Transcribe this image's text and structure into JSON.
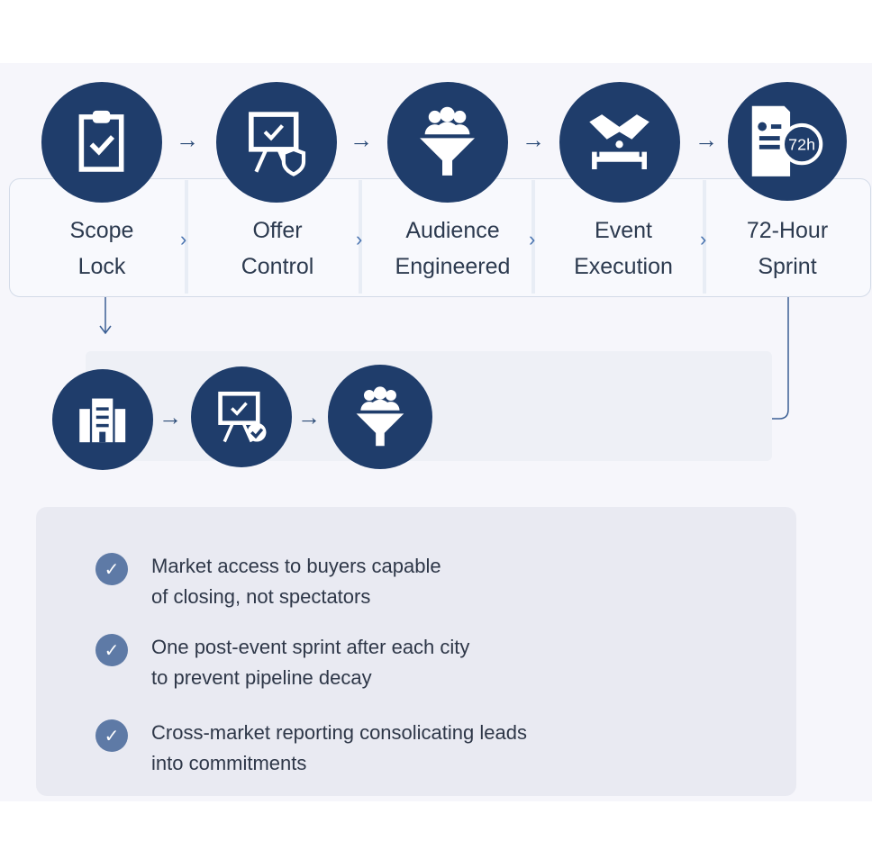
{
  "steps": [
    {
      "line1": "Scope",
      "line2": "Lock",
      "icon": "clipboard-check-icon"
    },
    {
      "line1": "Offer",
      "line2": "Control",
      "icon": "presentation-shield-icon"
    },
    {
      "line1": "Audience",
      "line2": "Engineered",
      "icon": "audience-funnel-icon"
    },
    {
      "line1": "Event",
      "line2": "Execution",
      "icon": "handshake-table-icon"
    },
    {
      "line1": "72-Hour",
      "line2": "Sprint",
      "icon": "document-72h-icon",
      "badge": "72h"
    }
  ],
  "benefits": [
    {
      "line1": "Market access to buyers capable",
      "line2": "of closing, not spectators"
    },
    {
      "line1": "One post-event sprint after each city",
      "line2": "to prevent pipeline decay"
    },
    {
      "line1": "Cross-market reporting consolicating leads",
      "line2": "into commitments"
    }
  ],
  "colors": {
    "primary": "#1f3d6b",
    "check": "#5e7aa6"
  }
}
